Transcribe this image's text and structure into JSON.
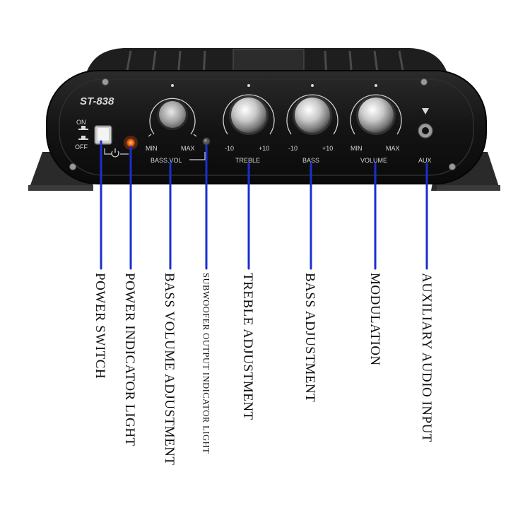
{
  "device": {
    "model": "ST-838",
    "switch_on": "ON",
    "switch_off": "OFF",
    "min": "MIN",
    "max": "MAX",
    "minus10": "-10",
    "plus10": "+10",
    "bass_vol": "BASS.VOL",
    "treble": "TREBLE",
    "bass": "BASS",
    "volume": "VOLUME",
    "aux": "AUX"
  },
  "callouts": {
    "power_switch": "POWER SWITCH",
    "power_indicator": "POWER INDICATOR LIGHT",
    "bass_volume": "BASS VOLUME ADJUSTMENT",
    "subwoofer_indicator": "SUBWOOFER OUTPUT INDICATOR LIGHT",
    "treble_adjustment": "TREBLE ADJUSTMENT",
    "bass_adjustment": "BASS ADJUSTMENT",
    "modulation": "MODULATION",
    "aux_input": "AUXILIARY AUDIO INPUT"
  },
  "colors": {
    "leader_line": "#1a2fd0",
    "body": "#141414",
    "power_led": "#ff6a1a"
  }
}
